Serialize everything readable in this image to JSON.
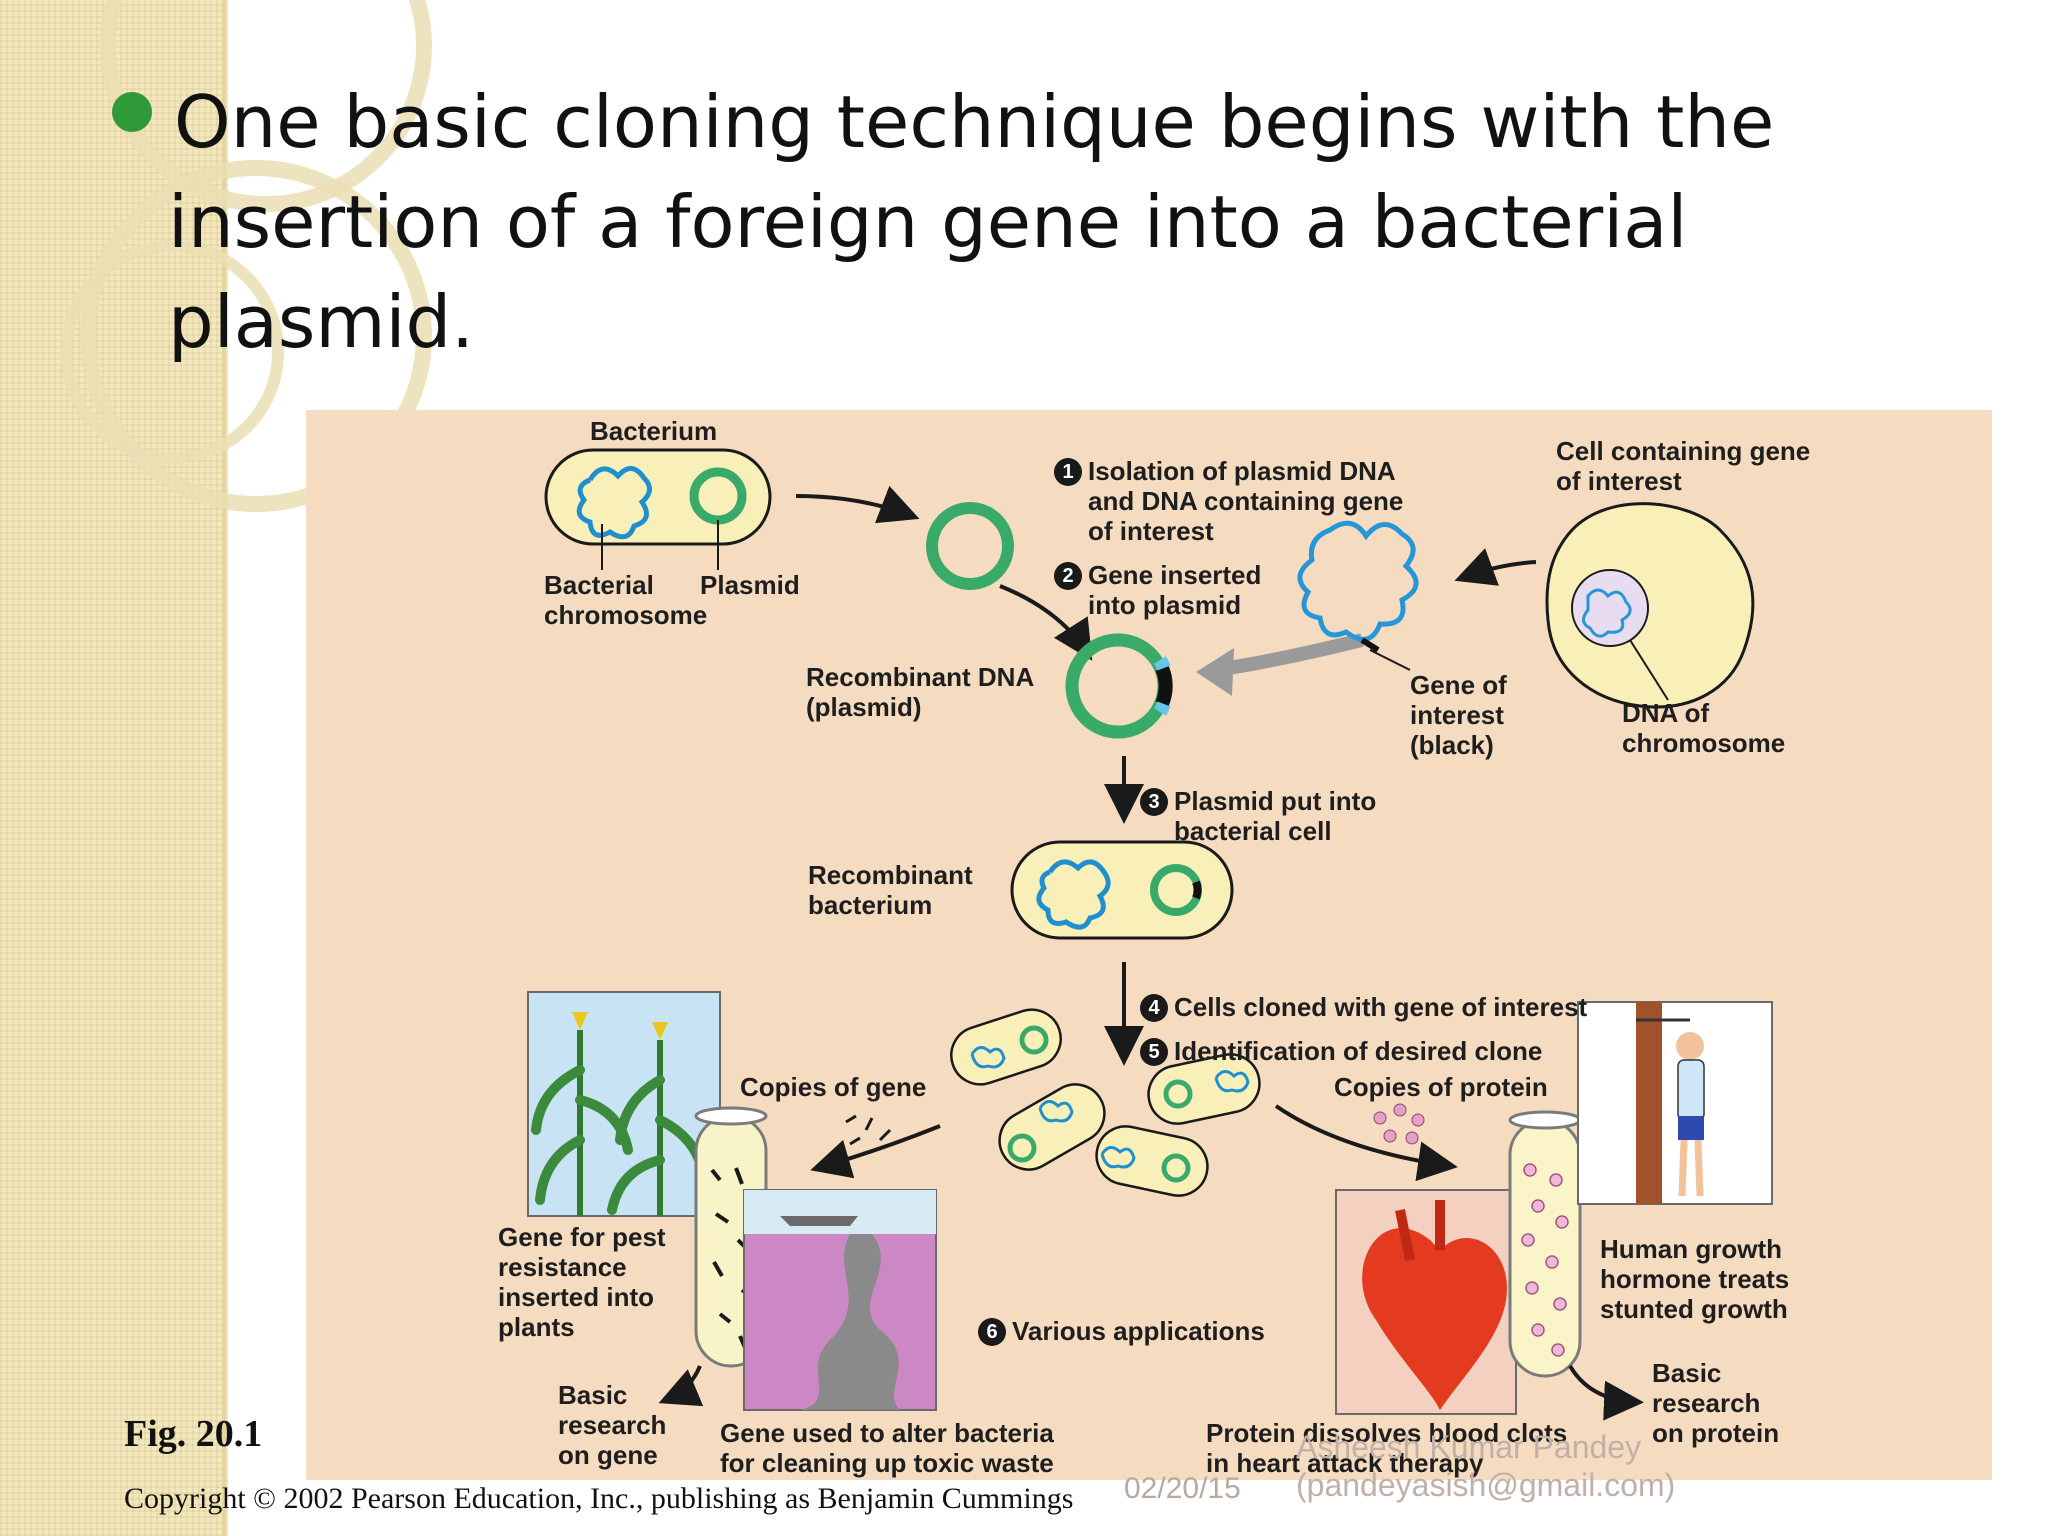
{
  "slide": {
    "title_line1": "One basic cloning technique begins with the",
    "title_line2": "insertion of a foreign gene into a bacterial plasmid.",
    "figure_label": "Fig. 20.1",
    "copyright": "Copyright © 2002 Pearson Education, Inc., publishing as Benjamin Cummings",
    "footer_date": "02/20/15",
    "footer_author": "Asheesh Kumar Pandey\n(pandeyasish@gmail.com)",
    "accent_color": "#2e9a3a"
  },
  "diagram": {
    "bacterium": "Bacterium",
    "bacterial_chromosome": "Bacterial\nchromosome",
    "plasmid": "Plasmid",
    "step1_num": "1",
    "step1": "Isolation of plasmid DNA\nand DNA containing gene\nof interest",
    "cell_containing_gene": "Cell containing gene\nof interest",
    "step2_num": "2",
    "step2": "Gene inserted\ninto plasmid",
    "recombinant_dna": "Recombinant DNA\n(plasmid)",
    "gene_of_interest": "Gene of\ninterest\n(black)",
    "dna_of_chromosome": "DNA of\nchromosome",
    "step3_num": "3",
    "step3": "Plasmid put into\nbacterial cell",
    "recombinant_bacterium": "Recombinant\nbacterium",
    "step4_num": "4",
    "step4": "Cells cloned with gene of interest",
    "step5_num": "5",
    "step5": "Identification of desired clone",
    "copies_of_gene": "Copies of gene",
    "copies_of_protein": "Copies of protein",
    "gene_pest_resistance": "Gene for pest\nresistance\ninserted into\nplants",
    "step6_num": "6",
    "step6": "Various applications",
    "human_growth": "Human growth\nhormone treats\nstunted growth",
    "basic_research_gene": "Basic\nresearch\non gene",
    "gene_bacteria_toxic": "Gene used to alter bacteria\nfor cleaning up toxic waste",
    "protein_blood_clots": "Protein dissolves blood clots\nin heart attack therapy",
    "basic_research_protein": "Basic\nresearch\non protein"
  }
}
